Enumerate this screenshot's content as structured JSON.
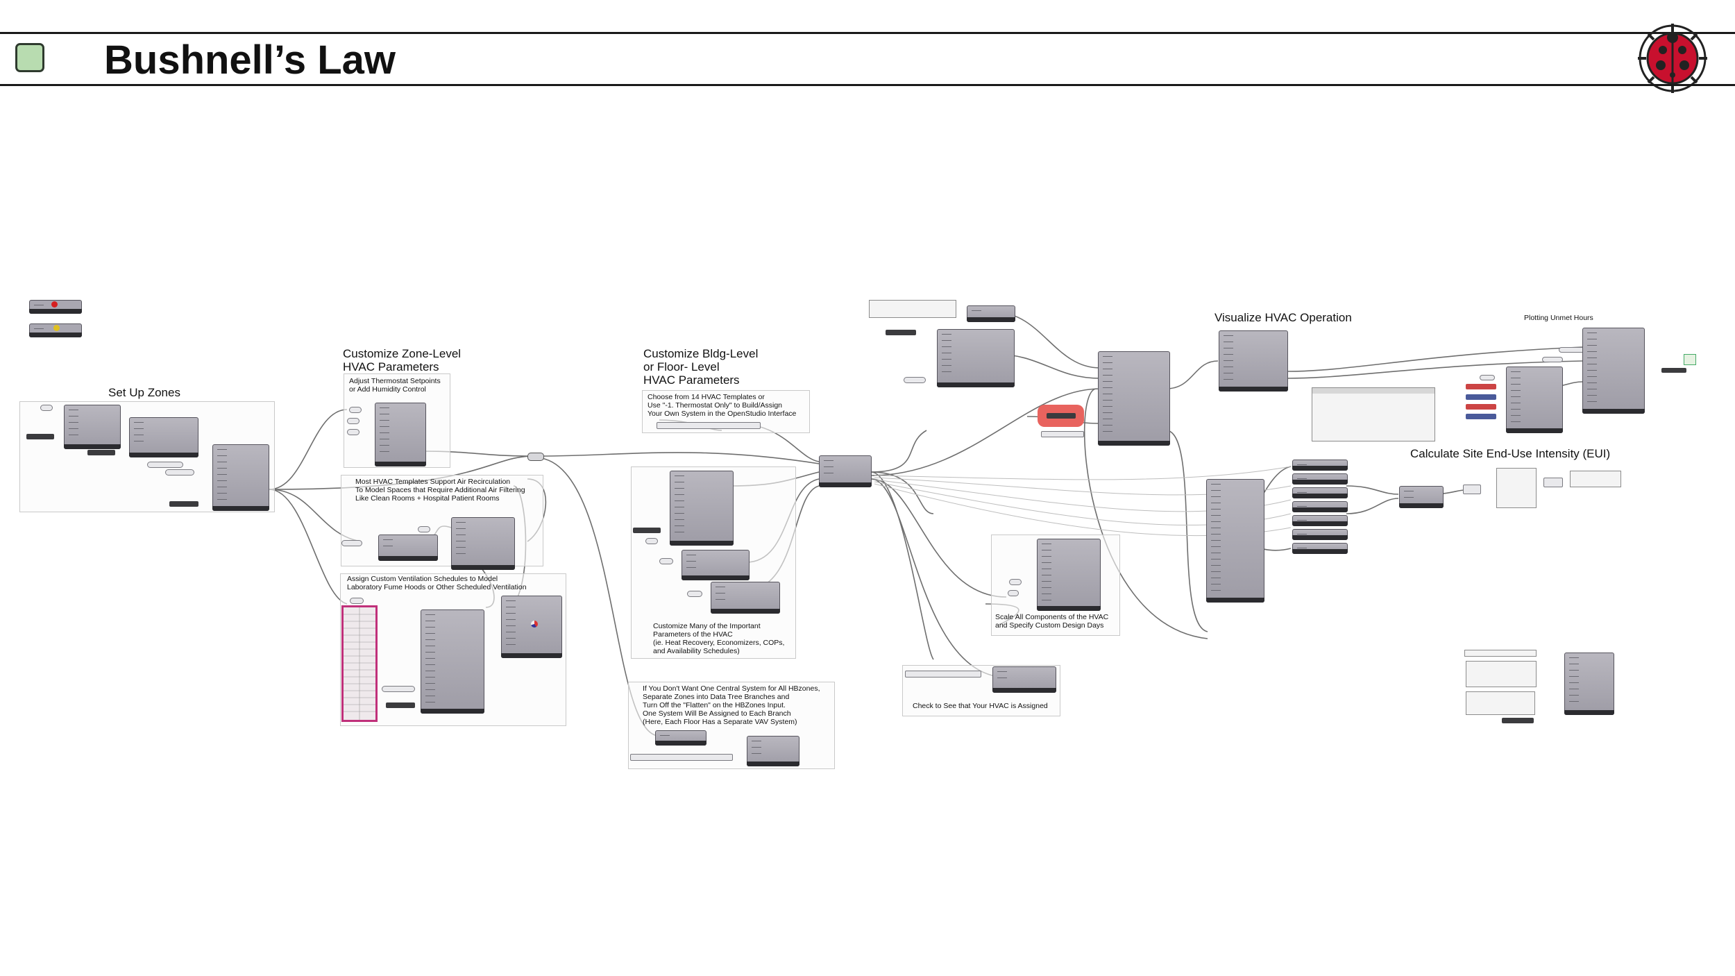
{
  "page": {
    "title": "Bushnell’s Law",
    "status_color": "#b8dcb0",
    "logo_icon": "ladybug-logo-icon"
  },
  "canvas": {
    "section_titles": {
      "setup_zones": "Set Up Zones",
      "zone_level": "Customize Zone-Level\nHVAC Parameters",
      "bldg_level": "Customize Bldg-Level\nor Floor- Level\nHVAC Parameters",
      "visualize": "Visualize HVAC Operation",
      "plotting_unmet": "Plotting Unmet Hours",
      "eui": "Calculate Site End-Use Intensity (EUI)"
    },
    "notes": {
      "thermostat": "Adjust Thermostat Setpoints\nor Add Humidity Control",
      "recirculation": "Most HVAC Templates Support Air Recirculation\nTo Model Spaces that Require Additional Air Filtering\nLike Clean Rooms + Hospital Patient Rooms",
      "ventilation": "Assign Custom Ventilation Schedules to Model\nLaboratory Fume Hoods or Other Scheduled Ventilation",
      "templates": "Choose from 14 HVAC Templates or\nUse \"-1. Thermostat Only\" to Build/Assign\nYour Own System in the OpenStudio Interface",
      "customize_many": "Customize Many of the Important\nParameters of the HVAC\n(ie. Heat Recovery, Economizers, COPs,\nand Availability Schedules)",
      "central_system": "If You Don't Want One Central System for All HBzones,\nSeparate Zones into Data Tree Branches and\nTurn Off the \"Flatten\" on the HBZones Input.\nOne System Will Be Assigned to Each Branch\n(Here, Each Floor Has a Separate VAV System)",
      "scale_components": "Scale All Components of the HVAC\nand Specify Custom Design Days",
      "check_assigned": "Check to See that Your HVAC is Assigned"
    },
    "colors": {
      "component_fill": "#a9a7b1",
      "component_band": "#2b2b2f",
      "wire": "#6e6e6e",
      "highlight_red": "#e8635e",
      "ventilation_border": "#c0307a"
    }
  }
}
